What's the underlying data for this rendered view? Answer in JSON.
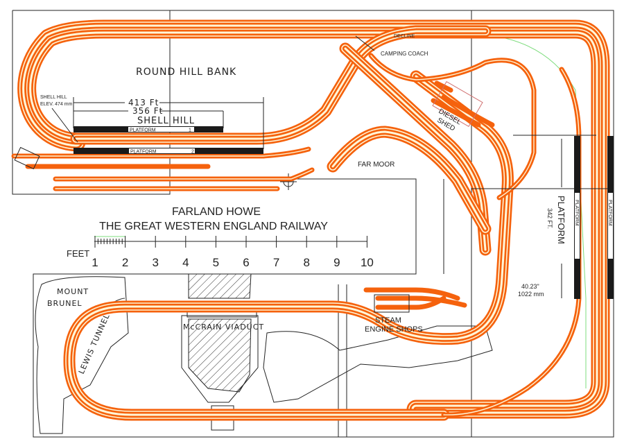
{
  "title": "FARLAND HOWE",
  "subtitle": "THE GREAT WESTERN ENGLAND RAILWAY",
  "scale": {
    "label": "FEET",
    "ticks": [
      "1",
      "2",
      "3",
      "4",
      "5",
      "6",
      "7",
      "8",
      "9",
      "10"
    ]
  },
  "labels": {
    "round_hill_bank": "ROUND HILL BANK",
    "shell_hill": "SHELL HILL",
    "shell_hill_elev_1": "SHELL HILL",
    "shell_hill_elev_2": "ELEV. 474 mm",
    "dim_413": "413 Ft",
    "dim_356": "356 Ft",
    "platform_1": "PLATFORM",
    "platform_1_num": "1",
    "platform_2": "PLATFORM",
    "platform_2_num": "2",
    "decline": "DECLINE",
    "camping_coach": "CAMPING COACH",
    "diesel_shed_1": "DIESEL",
    "diesel_shed_2": "SHED",
    "far_moor": "FAR MOOR",
    "platform_right": "PLATFORM",
    "platform_right_len": "342 FT.",
    "platform_right_a": "PLATFORM",
    "platform_right_b": "PLATFORM",
    "dim_in": "40.23\"",
    "dim_mm": "1022 mm",
    "mount_brunel_1": "MOUNT",
    "mount_brunel_2": "BRUNEL",
    "lewis_tunnel": "LEWIS TUNNEL",
    "mccrain_viaduct": "McCRAIN VIADUCT",
    "steam_1": "STEAM",
    "steam_2": "ENGINE SHOPS"
  },
  "colors": {
    "track": "#f5620d",
    "rail_center": "#fff6d8",
    "outline": "#222222",
    "decline_line": "#7ddc7d"
  }
}
